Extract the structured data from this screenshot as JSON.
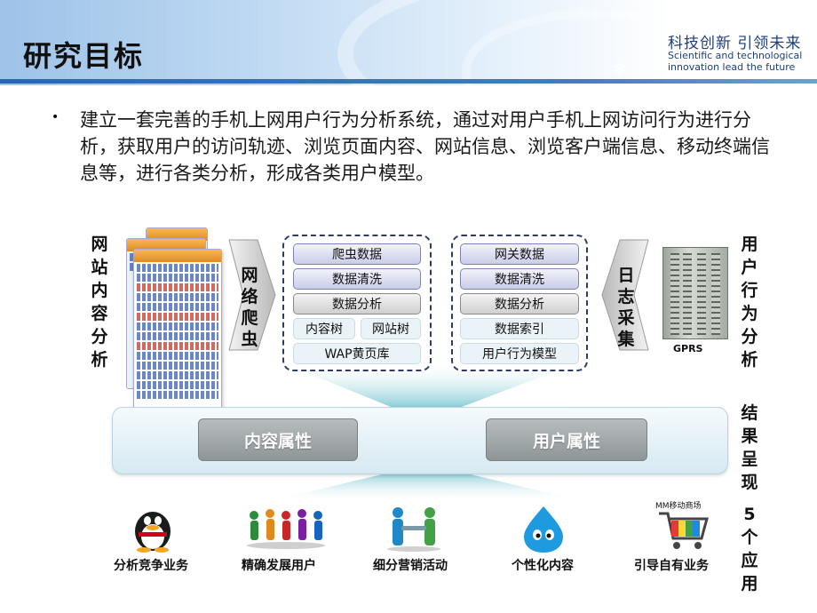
{
  "header": {
    "title": "研究目标",
    "slogan_cn": "科技创新  引领未来",
    "slogan_en_line1": "Scientific and technological",
    "slogan_en_line2": "innovation lead the future"
  },
  "intro": {
    "bullet": "•",
    "text": "建立一套完善的手机上网用户行为分析系统，通过对用户手机上网访问行为进行分析，获取用户的访问轨迹、浏览页面内容、网站信息、浏览客户端信息、移动终端信息等，进行各类分析，形成各类用户模型。"
  },
  "side_labels": {
    "website_analysis": "网站内容分析",
    "user_behavior": "用户行为分析",
    "result": "结果呈现",
    "five_apps": "5个应用"
  },
  "chevrons": {
    "crawler": "网络爬虫",
    "log": "日志采集"
  },
  "left_panel": {
    "crawl_data": "爬虫数据",
    "clean": "数据清洗",
    "analysis": "数据分析",
    "content_tree": "内容树",
    "site_tree": "网站树",
    "wap_pages": "WAP黄页库"
  },
  "right_panel": {
    "gateway_data": "网关数据",
    "clean": "数据清洗",
    "analysis": "数据分析",
    "index": "数据索引",
    "model": "用户行为模型"
  },
  "server": {
    "caption": "GPRS"
  },
  "results": {
    "content_attr": "内容属性",
    "user_attr": "用户属性"
  },
  "apps": {
    "mm_store": "MM移动商场",
    "items": [
      {
        "label": "分析竞争业务",
        "icon": "qq-penguin-icon"
      },
      {
        "label": "精确发展用户",
        "icon": "people-group-icon"
      },
      {
        "label": "细分营销活动",
        "icon": "shaking-hands-icon"
      },
      {
        "label": "个性化内容",
        "icon": "water-drop-mascot-icon"
      },
      {
        "label": "引导自有业务",
        "icon": "shopping-cart-icon"
      }
    ]
  },
  "colors": {
    "header_bar": "#2a66b6",
    "panel_border": "#2f3a66",
    "box_blue": "#c9cde8",
    "attr_gray": "#8e9597",
    "band": "#d6e9f2",
    "funnel": "#7fc9d3"
  }
}
